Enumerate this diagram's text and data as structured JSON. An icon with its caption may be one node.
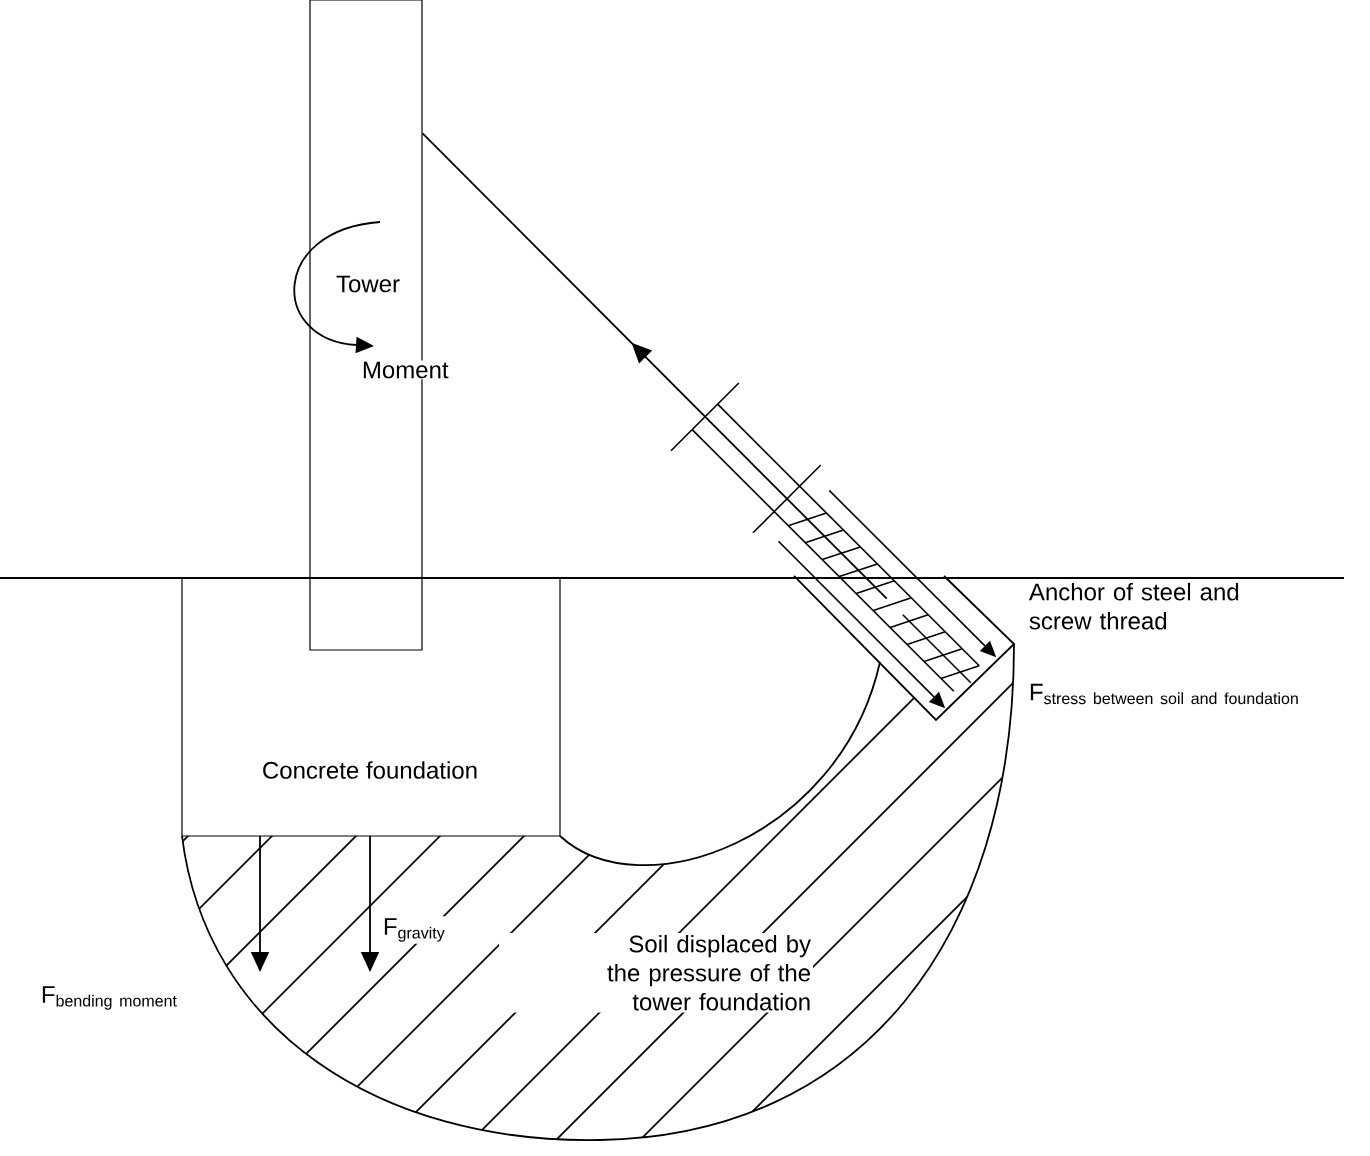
{
  "diagram": {
    "nodes": [
      {
        "text": [
          "Tower"
        ]
      },
      {
        "text": [
          "Concrete foundation"
        ]
      },
      {
        "text": [],
        "shape": "box",
        "beside": [
          "Anchor of steel and screw thread",
          "\\mathrm{F}_{\\mathrm{stress\\ between\\ soil\\ and\\ foundation}}"
        ]
      }
    ],
    "edges": [
      {
        "from": 2,
        "to": 0,
        "arrow": "to"
      }
    ],
    "labels": [
      "Moment",
      "\\mathrm{F}_{\\mathrm{gravity}}",
      "Soil displaced by the pressure of the tower foundation",
      "\\mathrm{F}_{\\mathrm{bending\\ moment}}"
    ]
  }
}
